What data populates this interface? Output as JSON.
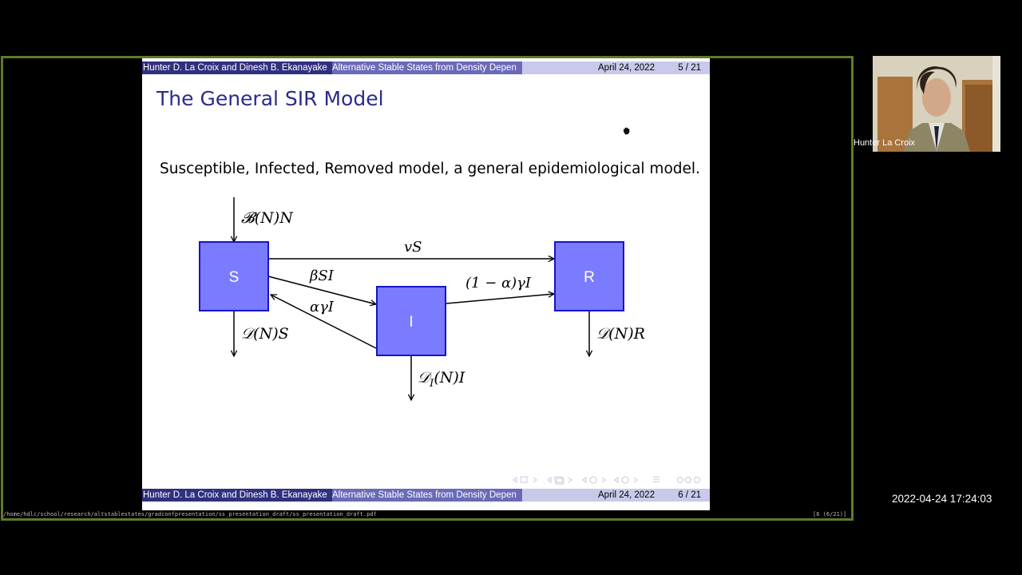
{
  "slide_header": {
    "authors": "Hunter D. La Croix and Dinesh B. Ekanayake",
    "title": "Alternative Stable States from Density Depen",
    "date": "April 24, 2022",
    "page": "5 / 21"
  },
  "slide": {
    "title": "The General SIR Model",
    "body": "Susceptible, Infected, Removed model, a general epidemiological model."
  },
  "diagram": {
    "nodes": {
      "s": "S",
      "i": "I",
      "r": "R"
    },
    "labels": {
      "birth": "𝓑(N)N",
      "death_s": "𝒟(N)S",
      "vacc": "vS",
      "infection": "βSI",
      "recovery_back": "αγI",
      "removal": "(1 − α)γI",
      "death_r": "𝒟(N)R",
      "death_i": "𝒟",
      "death_i_sub": "I",
      "death_i_rest": "(N)I"
    },
    "colors": {
      "node_fill": "#7b7bff",
      "node_border": "#1414c8"
    }
  },
  "slide_footer": {
    "authors": "Hunter D. La Croix and Dinesh B. Ekanayake",
    "title": "Alternative Stable States from Density Depen",
    "date": "April 24, 2022",
    "page": "6 / 21"
  },
  "viewer": {
    "path": "/home/hdlc/school/research/altstablestates/gradconfpresentation/ss_presentation_draft/ss_presentation_draft.pdf",
    "page_indicator": "[6 (6/21)]"
  },
  "participant": {
    "name": "Hunter La Croix"
  },
  "timestamp": "2022-04-24 17:24:03",
  "colors": {
    "frame": "#5f7a2b",
    "title_blue": "#2b2b8c",
    "bar_dark": "#30307f",
    "bar_mid": "#6a6ab8",
    "bar_light": "#c9c9ea"
  }
}
